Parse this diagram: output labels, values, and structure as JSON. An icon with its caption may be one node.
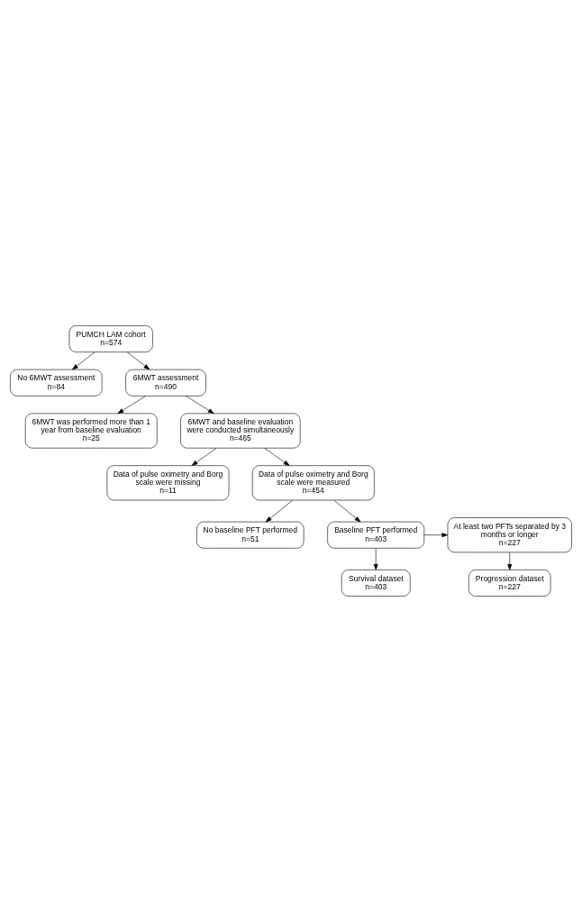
{
  "diagram": {
    "nodes": [
      {
        "text": [
          "PUMCH LAM cohort",
          "n=574"
        ]
      },
      {
        "text": [
          "No 6MWT assessment",
          "n=84"
        ]
      },
      {
        "text": [
          "6MWT assessment",
          "n=490"
        ]
      },
      {
        "text": [
          "6MWT was performed more than 1 year from baseline evaluation",
          "n=25"
        ]
      },
      {
        "text": [
          "6MWT and baseline evaluation were conducted simultaneously",
          "n=465"
        ]
      },
      {
        "text": [
          "Data of pulse oximetry and Borg scale were missing",
          "n=11"
        ]
      },
      {
        "text": [
          "Data of pulse oximetry and Borg scale were measured",
          "n=454"
        ]
      },
      {
        "text": [
          "No baseline PFT performed",
          "n=51"
        ]
      },
      {
        "text": [
          "Baseline PFT performed",
          "n=403"
        ]
      },
      {
        "text": [
          "At least two PFTs separated by 3 months or longer",
          "n=227"
        ]
      },
      {
        "text": [
          "Survival dataset",
          "n=403"
        ]
      },
      {
        "text": [
          "Progression dataset",
          "n=227"
        ]
      }
    ],
    "edges": [
      {
        "from": 0,
        "to": 2,
        "arrow": "to"
      },
      {
        "from": 0,
        "to": 1,
        "arrow": "to"
      },
      {
        "from": 2,
        "to": 4,
        "arrow": "to"
      },
      {
        "from": 2,
        "to": 3,
        "arrow": "to"
      },
      {
        "from": 4,
        "to": 6,
        "arrow": "to"
      },
      {
        "from": 4,
        "to": 5,
        "arrow": "to"
      },
      {
        "from": 6,
        "to": 8,
        "arrow": "to"
      },
      {
        "from": 6,
        "to": 7,
        "arrow": "to"
      },
      {
        "from": 8,
        "to": 10,
        "arrow": "to"
      },
      {
        "from": 8,
        "to": 9,
        "arrow": "to"
      },
      {
        "from": 9,
        "to": 11,
        "arrow": "to"
      }
    ]
  }
}
